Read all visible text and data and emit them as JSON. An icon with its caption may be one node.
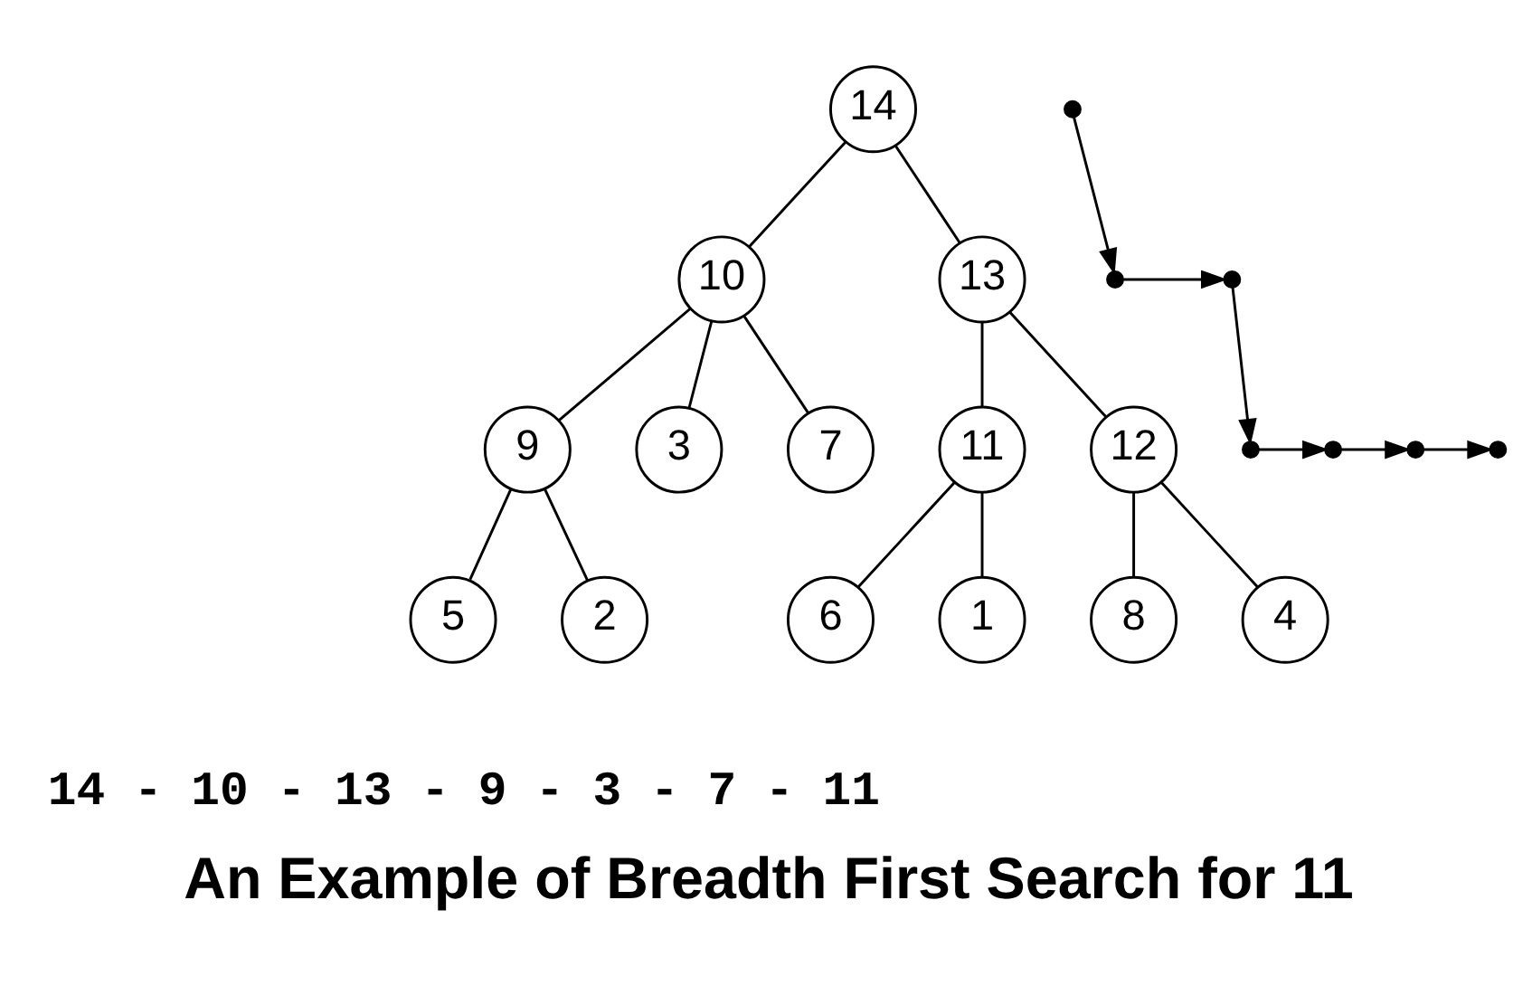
{
  "diagram": {
    "title": "An Example of Breadth First Search for 11",
    "nodes": [
      {
        "text": [
          "14"
        ]
      },
      {
        "text": [
          "10"
        ]
      },
      {
        "text": [
          "13"
        ]
      },
      {
        "text": [
          "9"
        ]
      },
      {
        "text": [
          "3"
        ]
      },
      {
        "text": [
          "7"
        ]
      },
      {
        "text": [
          "11"
        ]
      },
      {
        "text": [
          "12"
        ]
      },
      {
        "text": [
          "5"
        ]
      },
      {
        "text": [
          "2"
        ]
      },
      {
        "text": [
          "6"
        ]
      },
      {
        "text": [
          "1"
        ]
      },
      {
        "text": [
          "8"
        ]
      },
      {
        "text": [
          "4"
        ]
      },
      {
        "text": [],
        "shape": "dot"
      },
      {
        "text": [],
        "shape": "dot"
      },
      {
        "text": [],
        "shape": "dot"
      },
      {
        "text": [],
        "shape": "dot"
      },
      {
        "text": [],
        "shape": "dot"
      },
      {
        "text": [],
        "shape": "dot"
      },
      {
        "text": [],
        "shape": "dot"
      }
    ],
    "edges": [
      {
        "from": 0,
        "to": 1,
        "arrow": "none"
      },
      {
        "from": 0,
        "to": 2,
        "arrow": "none"
      },
      {
        "from": 1,
        "to": 3,
        "arrow": "none"
      },
      {
        "from": 1,
        "to": 4,
        "arrow": "none"
      },
      {
        "from": 1,
        "to": 5,
        "arrow": "none"
      },
      {
        "from": 2,
        "to": 6,
        "arrow": "none"
      },
      {
        "from": 2,
        "to": 7,
        "arrow": "none"
      },
      {
        "from": 3,
        "to": 8,
        "arrow": "none"
      },
      {
        "from": 3,
        "to": 9,
        "arrow": "none"
      },
      {
        "from": 6,
        "to": 10,
        "arrow": "none"
      },
      {
        "from": 6,
        "to": 11,
        "arrow": "none"
      },
      {
        "from": 7,
        "to": 12,
        "arrow": "none"
      },
      {
        "from": 7,
        "to": 13,
        "arrow": "none"
      },
      {
        "from": 14,
        "to": 15,
        "arrow": "to"
      },
      {
        "from": 15,
        "to": 16,
        "arrow": "to"
      },
      {
        "from": 16,
        "to": 17,
        "arrow": "to"
      },
      {
        "from": 17,
        "to": 18,
        "arrow": "to"
      },
      {
        "from": 18,
        "to": 19,
        "arrow": "to"
      },
      {
        "from": 19,
        "to": 20,
        "arrow": "to"
      }
    ],
    "labels": [
      "14 - 10 - 13 - 9 - 3 - 7 - 11"
    ]
  }
}
